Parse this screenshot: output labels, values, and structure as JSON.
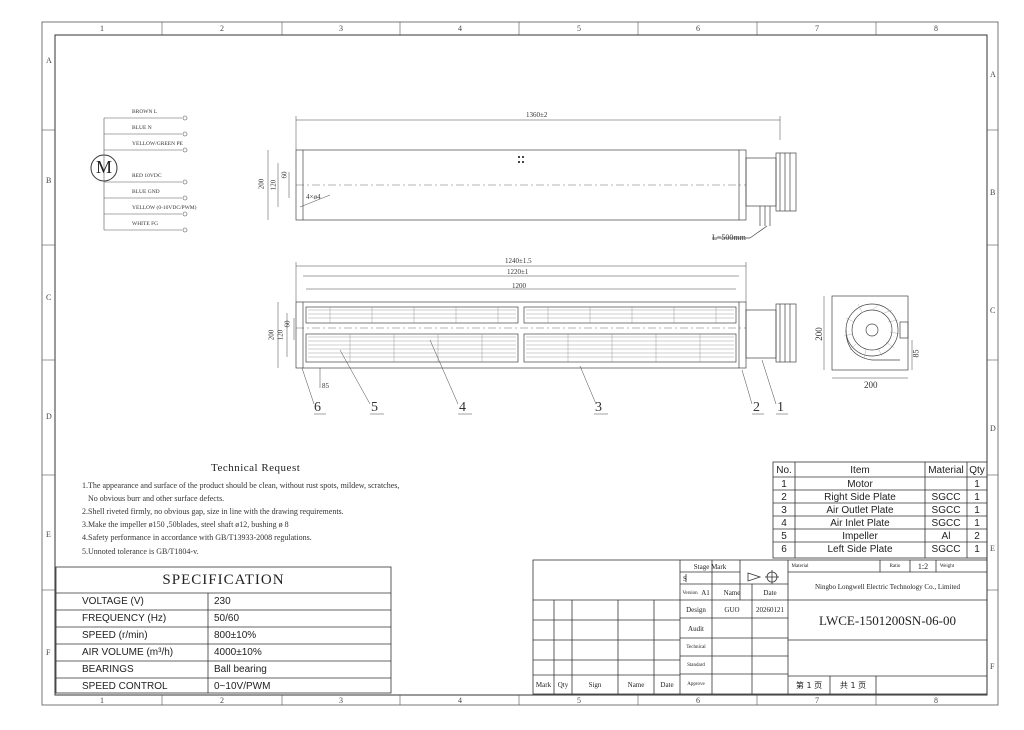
{
  "grid": {
    "columns": [
      "1",
      "2",
      "3",
      "4",
      "5",
      "6",
      "7",
      "8"
    ],
    "rows": [
      "A",
      "B",
      "C",
      "D",
      "E",
      "F"
    ]
  },
  "motor": {
    "symbol": "M",
    "wires": [
      "BROWN  L",
      "BLUE  N",
      "YELLOW/GREEN  PE",
      "RED  10VDC",
      "BLUE  GND",
      "YELLOW  (0-10VDC/PWM)",
      "WHITE  FG"
    ]
  },
  "dimensions": {
    "top_len": "1360±2",
    "top_h200": "200",
    "top_h120": "120",
    "top_h60": "60",
    "top_hole": "4×ø4",
    "cable": "L=500mm",
    "front_1240": "1240±1.5",
    "front_1220": "1220±1",
    "front_1200": "1200",
    "front_h200": "200",
    "front_h120": "120",
    "front_h60": "60",
    "front_85": "85",
    "side_200h": "200",
    "side_200w": "200",
    "side_85": "85"
  },
  "callouts": [
    "6",
    "5",
    "4",
    "3",
    "2",
    "1"
  ],
  "technical": {
    "title": "Technical Request",
    "notes": [
      "1.The appearance and surface of the product should be clean, without rust spots, mildew, scratches,",
      "No obvious burr and other surface defects.",
      "2.Shell riveted firmly, no obvious gap, size in line with the drawing requirements.",
      "3.Make the impeller ø150 ,50blades, steel shaft ø12, bushing ø 8",
      "4.Safety performance in accordance with GB/T13933-2008 regulations.",
      "5.Unnoted tolerance is GB/T1804-v."
    ]
  },
  "specification": {
    "title": "SPECIFICATION",
    "rows": [
      {
        "k": "VOLTAGE  (V)",
        "v": "230"
      },
      {
        "k": "FREQUENCY   (Hz)",
        "v": "50/60"
      },
      {
        "k": "SPEED    (r/min)",
        "v": "800±10%"
      },
      {
        "k": "AIR  VOLUME    (m³/h)",
        "v": "4000±10%"
      },
      {
        "k": "BEARINGS",
        "v": "Ball bearing"
      },
      {
        "k": "SPEED CONTROL",
        "v": "0~10V/PWM"
      }
    ]
  },
  "bom": {
    "headers": [
      "No.",
      "Item",
      "Material",
      "Qty"
    ],
    "rows": [
      [
        "1",
        "Motor",
        "",
        "1"
      ],
      [
        "2",
        "Right Side Plate",
        "SGCC",
        "1"
      ],
      [
        "3",
        "Air Outlet Plate",
        "SGCC",
        "1"
      ],
      [
        "4",
        "Air Inlet Plate",
        "SGCC",
        "1"
      ],
      [
        "5",
        "Impeller",
        "Al",
        "2"
      ],
      [
        "6",
        "Left Side Plate",
        "SGCC",
        "1"
      ]
    ]
  },
  "title_block": {
    "stage_mark": "Stage Mark",
    "stage": "S",
    "version_label": "Version",
    "version": "A1",
    "name_h": "Name",
    "date_h": "Date",
    "design": "Design",
    "designer": "GUO",
    "design_date": "20260121",
    "audit": "Audit",
    "technical": "Technical",
    "standard": "Standard",
    "approve": "Approve",
    "mark": "Mark",
    "qty": "Qty",
    "sign": "Sign",
    "name": "Name",
    "date": "Date",
    "material": "Material",
    "ratio_label": "Ratio",
    "ratio": "1:2",
    "weight": "Weight",
    "company": "Ningbo Longwell Electric Technology  Co., Limited",
    "drawing_no": "LWCE-1501200SN-06-00",
    "page": "第 1 页",
    "total": "共 1 页"
  }
}
